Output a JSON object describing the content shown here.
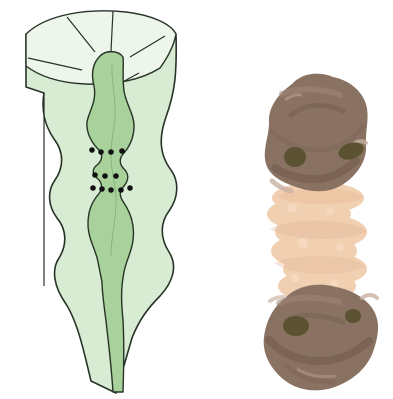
{
  "figure": {
    "panels": [
      {
        "id": "channel-schematic",
        "pore_dots": 12,
        "colors": {
          "fill": "#d8ebd3",
          "top_face": "#eef5eb",
          "channel": "#a8d19b",
          "outline": "#263326",
          "dots": "#111111"
        }
      },
      {
        "id": "protein-rendering",
        "colors": {
          "end_domains": "#8a7262",
          "end_shadow": "#6f5a4d",
          "end_highlight": "#c8b0a1",
          "middle": "#f1d0b2",
          "middle_shadow": "#d9b394",
          "pockets": "#5b5232"
        }
      }
    ]
  }
}
